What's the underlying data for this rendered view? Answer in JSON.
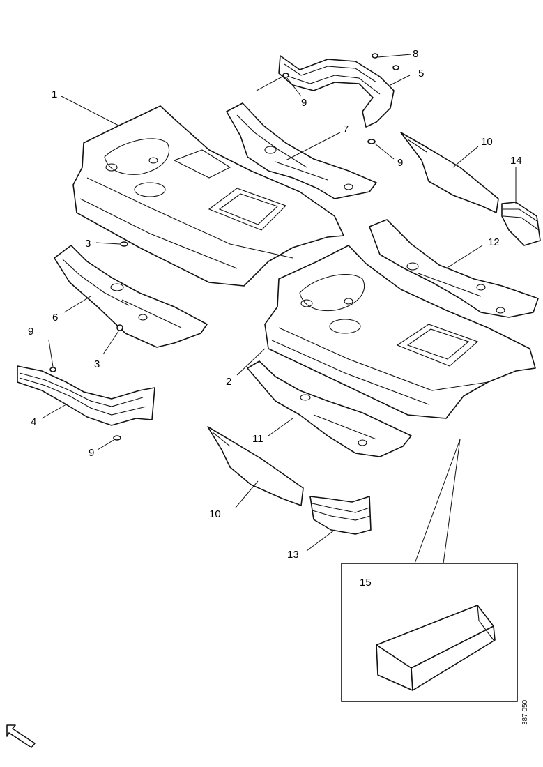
{
  "callouts": {
    "c1": "1",
    "c2": "2",
    "c3a": "3",
    "c3b": "3",
    "c4": "4",
    "c5": "5",
    "c6": "6",
    "c7": "7",
    "c8": "8",
    "c9a": "9",
    "c9b": "9",
    "c9c": "9",
    "c9d": "9",
    "c10a": "10",
    "c10b": "10",
    "c11": "11",
    "c12": "12",
    "c13": "13",
    "c14": "14",
    "c15": "15"
  },
  "reference_code": "387 050",
  "icons": {
    "direction": "arrow-front-icon"
  }
}
